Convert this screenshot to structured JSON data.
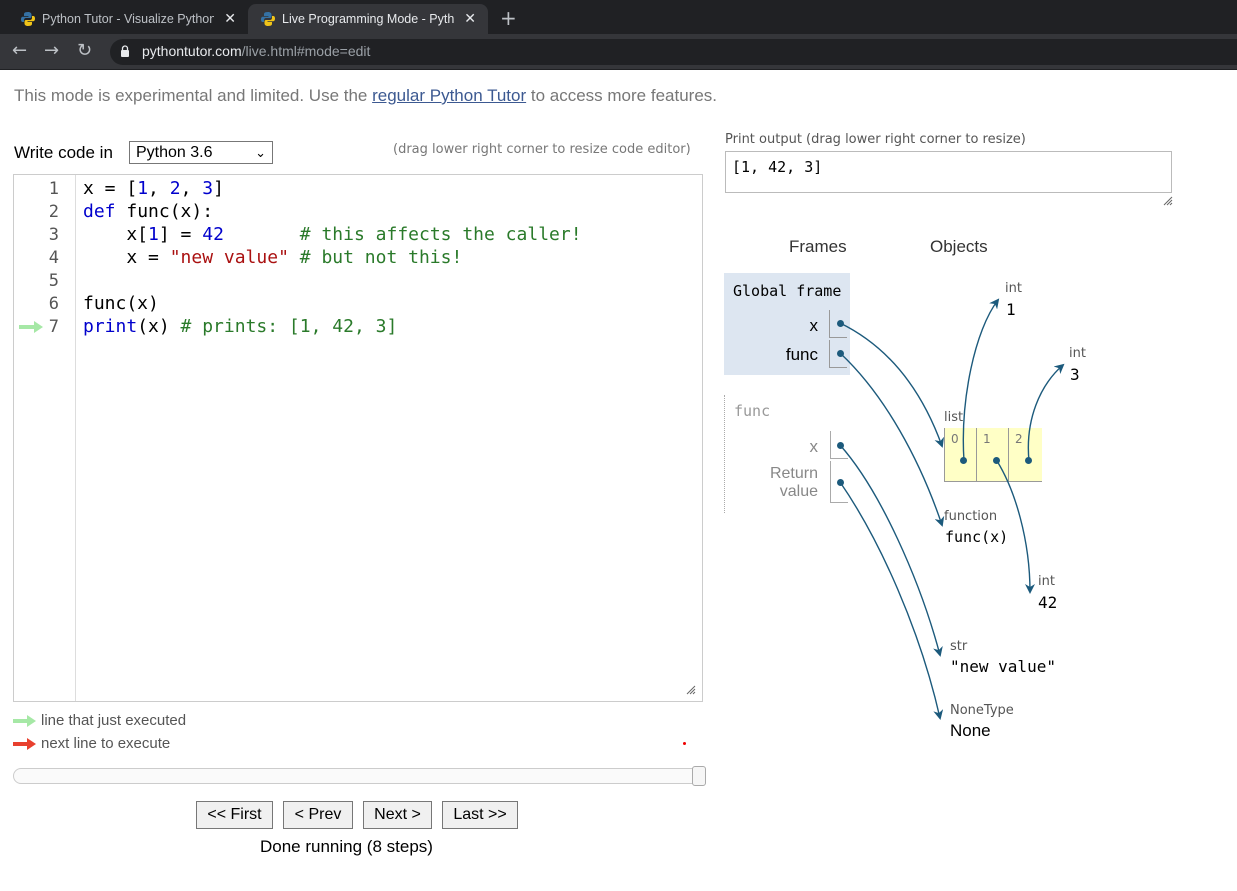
{
  "browser": {
    "tabs": [
      {
        "title": "Python Tutor - Visualize Python, ",
        "active": false
      },
      {
        "title": "Live Programming Mode - Python",
        "active": true
      }
    ],
    "url_host": "pythontutor.com",
    "url_path": "/live.html#mode=edit"
  },
  "page": {
    "notice_prefix": "This mode is experimental and limited. Use the ",
    "notice_link": "regular Python Tutor",
    "notice_suffix": " to access more features.",
    "write_code_label": "Write code in",
    "language": "Python 3.6",
    "drag_hint": "(drag lower right corner to resize code editor)"
  },
  "code_lines": [
    {
      "num": "1",
      "code": "x = [1, 2, 3]"
    },
    {
      "num": "2",
      "code": "def func(x):"
    },
    {
      "num": "3",
      "code": "    x[1] = 42       # this affects the caller!"
    },
    {
      "num": "4",
      "code": "    x = \"new value\" # but not this!"
    },
    {
      "num": "5",
      "code": ""
    },
    {
      "num": "6",
      "code": "func(x)"
    },
    {
      "num": "7",
      "code": "print(x) # prints: [1, 42, 3]"
    }
  ],
  "legend": {
    "just_executed": "line that just executed",
    "next_line": "next line to execute",
    "just_executed_color": "#a6e8a6",
    "next_line_color": "#e8402e"
  },
  "controls": {
    "first": "<< First",
    "prev": "< Prev",
    "next": "Next >",
    "last": "Last >>",
    "status": "Done running (8 steps)"
  },
  "output": {
    "label": "Print output (drag lower right corner to resize)",
    "text": "[1, 42, 3]"
  },
  "viz": {
    "frames_header": "Frames",
    "objects_header": "Objects",
    "global_frame": {
      "title": "Global frame",
      "vars": [
        "x",
        "func"
      ]
    },
    "func_frame": {
      "title": "func",
      "vars": [
        "x",
        "Return value"
      ],
      "return_line1": "Return",
      "return_line2": "value"
    },
    "objects": {
      "int1": {
        "type": "int",
        "value": "1"
      },
      "int3": {
        "type": "int",
        "value": "3"
      },
      "list": {
        "type": "list",
        "indices": [
          "0",
          "1",
          "2"
        ]
      },
      "function": {
        "type": "function",
        "value": "func(x)"
      },
      "int42": {
        "type": "int",
        "value": "42"
      },
      "str": {
        "type": "str",
        "value": "\"new value\""
      },
      "none": {
        "type": "NoneType",
        "value": "None"
      }
    },
    "arrow_color": "#1c5a7c"
  }
}
